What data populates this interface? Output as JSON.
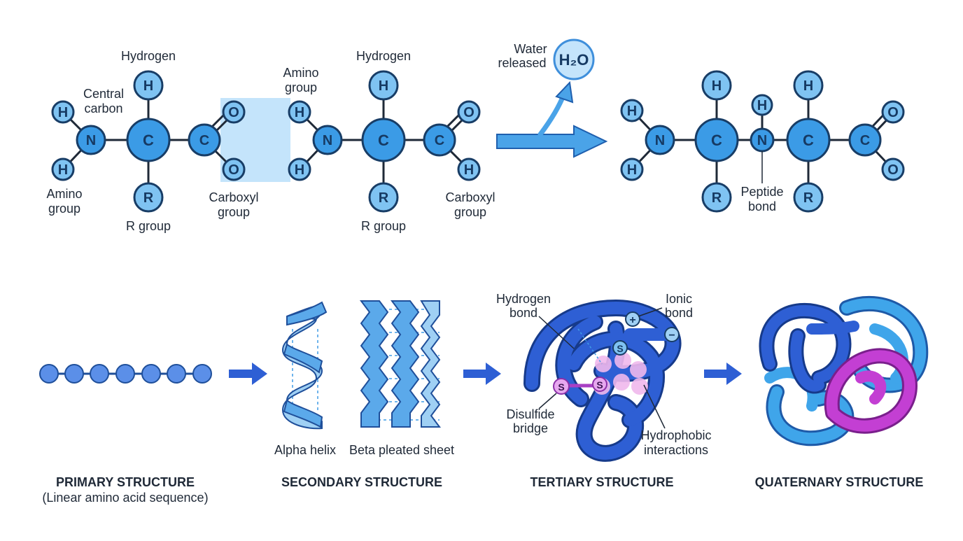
{
  "labels": {
    "hydrogen": "Hydrogen",
    "central_carbon_1": "Central",
    "central_carbon_2": "carbon",
    "amino_group_1": "Amino",
    "amino_group_2": "group",
    "r_group": "R group",
    "carboxyl_group_1": "Carboxyl",
    "carboxyl_group_2": "group",
    "water_released_1": "Water",
    "water_released_2": "released",
    "peptide_bond_1": "Peptide",
    "peptide_bond_2": "bond",
    "alpha_helix": "Alpha helix",
    "beta_sheet": "Beta pleated sheet",
    "hydrogen_bond_1": "Hydrogen",
    "hydrogen_bond_2": "bond",
    "ionic_bond_1": "Ionic",
    "ionic_bond_2": "bond",
    "disulfide_bridge_1": "Disulfide",
    "disulfide_bridge_2": "bridge",
    "hydrophobic_1": "Hydrophobic",
    "hydrophobic_2": "interactions"
  },
  "atoms": {
    "H": "H",
    "N": "N",
    "C": "C",
    "O": "O",
    "R": "R",
    "S": "S",
    "water": "H₂O",
    "plus": "+",
    "minus": "−"
  },
  "structures": {
    "primary": "PRIMARY STRUCTURE",
    "primary_sub": "(Linear amino acid sequence)",
    "secondary": "SECONDARY STRUCTURE",
    "tertiary": "TERTIARY STRUCTURE",
    "quaternary": "QUATERNARY STRUCTURE"
  },
  "colors": {
    "atom_large": "#3b9be6",
    "atom_small": "#7fc3f2",
    "outline": "#183d66",
    "arrow": "#3f8fdb",
    "tertiary_coil": "#2e5fd4",
    "purple_chain": "#c33fd3",
    "highlight": "#c4e4fb"
  }
}
